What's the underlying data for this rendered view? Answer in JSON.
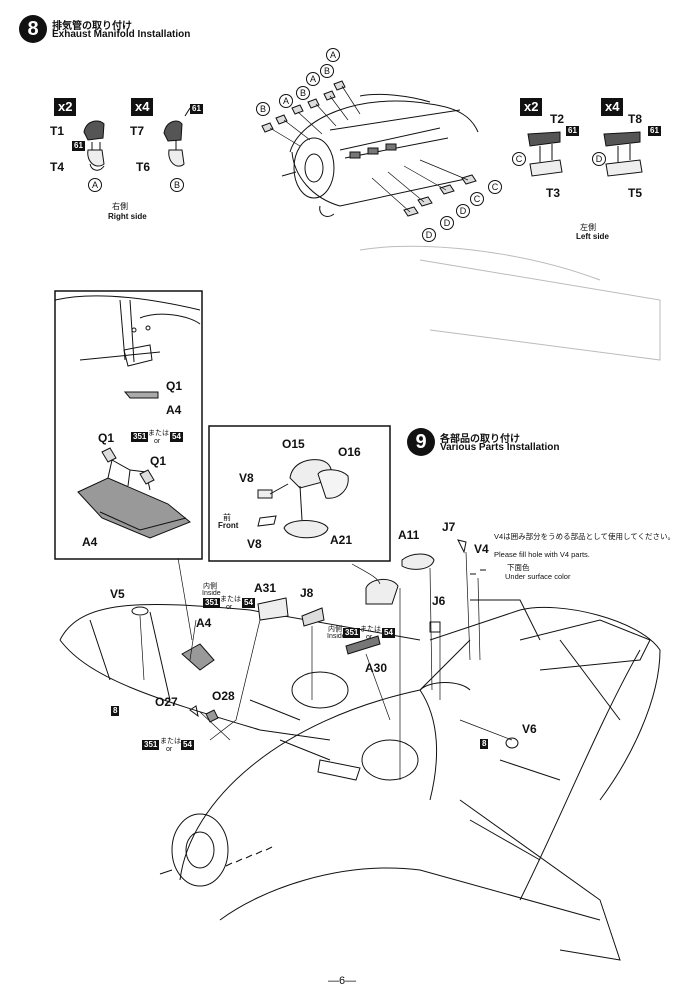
{
  "step8": {
    "number": "8",
    "title_jp": "排気管の取り付け",
    "title_en": "Exhaust Manifold Installation",
    "right_side_jp": "右側",
    "right_side_en": "Right side",
    "left_side_jp": "左側",
    "left_side_en": "Left side",
    "qty_x2": "x2",
    "qty_x4": "x4",
    "parts": {
      "T1": "T1",
      "T4": "T4",
      "T7": "T7",
      "T6": "T6",
      "T2": "T2",
      "T3": "T3",
      "T8": "T8",
      "T5": "T5"
    },
    "paint_61": "61",
    "letters": {
      "A": "A",
      "B": "B",
      "C": "C",
      "D": "D"
    }
  },
  "step9": {
    "number": "9",
    "title_jp": "各部品の取り付け",
    "title_en": "Various Parts Installation",
    "parts": {
      "Q1": "Q1",
      "A4": "A4",
      "O15": "O15",
      "O16": "O16",
      "V8": "V8",
      "A21": "A21",
      "A11": "A11",
      "J7": "J7",
      "V4": "V4",
      "J6": "J6",
      "V5": "V5",
      "A31": "A31",
      "J8": "J8",
      "A30": "A30",
      "O27": "O27",
      "O28": "O28",
      "V6": "V6"
    },
    "front_jp": "前",
    "front_en": "Front",
    "inside_jp": "内側",
    "inside_en": "Inside",
    "paint_351": "351",
    "paint_54": "54",
    "or_jp": "または",
    "or_en": "or",
    "paint_8": "8",
    "v4_note_jp": "V4は囲み部分をうめる部品として使用してください。",
    "v4_note_en": "Please fill hole with V4 parts.",
    "underside_jp": "下面色",
    "underside_en": "Under surface color"
  },
  "page_number": "—6—"
}
